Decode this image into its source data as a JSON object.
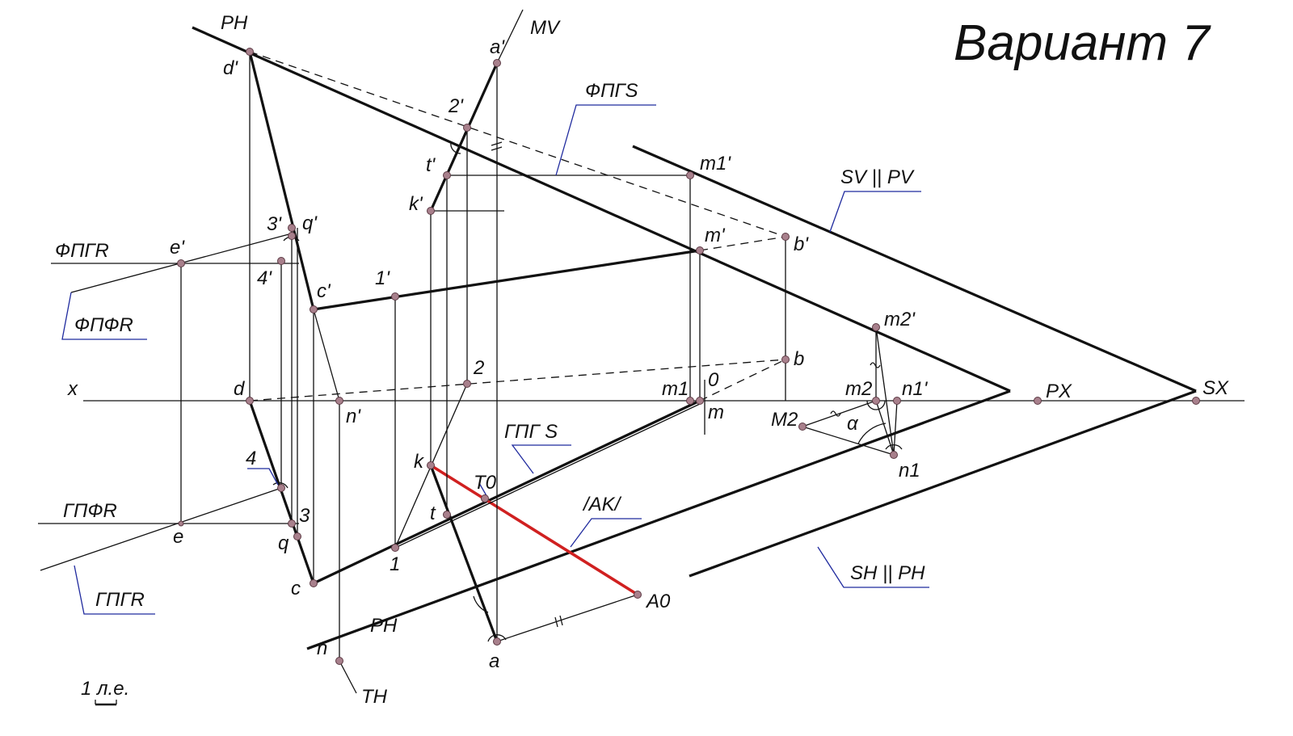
{
  "title": "Вариант 7",
  "scale_label": "1 л.е.",
  "callouts": {
    "fpgs": "ФПГS",
    "sv_pv": "SV || PV",
    "fpgr": "ФПГR",
    "fpfr": "ФПФR",
    "gpfr": "ГПФR",
    "gpgr": "ГПГR",
    "gpgs": "ГПГ S",
    "ak": "/AK/",
    "sh_ph": "SH || PH"
  },
  "points": {
    "d_prime": "d'",
    "a_prime": "a'",
    "two_prime": "2'",
    "t_prime": "t'",
    "k_prime": "k'",
    "m1_prime": "m1'",
    "three_prime": "3'",
    "q_prime": "q'",
    "e_prime": "e'",
    "m_prime": "m'",
    "b_prime": "b'",
    "four_prime": "4'",
    "one_prime": "1'",
    "c_prime": "c'",
    "m2_prime": "m2'",
    "b": "b",
    "two": "2",
    "x": "x",
    "d": "d",
    "n_prime": "n'",
    "m1": "m1",
    "zero": "0",
    "m": "m",
    "m2": "m2",
    "n1_prime": "n1'",
    "px": "PX",
    "sx": "SX",
    "M2": "M2",
    "alpha": "α",
    "n1": "n1",
    "four": "4",
    "k": "k",
    "T0": "T0",
    "t": "t",
    "three": "3",
    "e": "e",
    "q": "q",
    "one": "1",
    "c": "c",
    "A0": "A0",
    "ph_upper": "PH",
    "ph_lower": "PH",
    "mv": "MV",
    "th": "TH",
    "n": "n",
    "a": "a"
  }
}
